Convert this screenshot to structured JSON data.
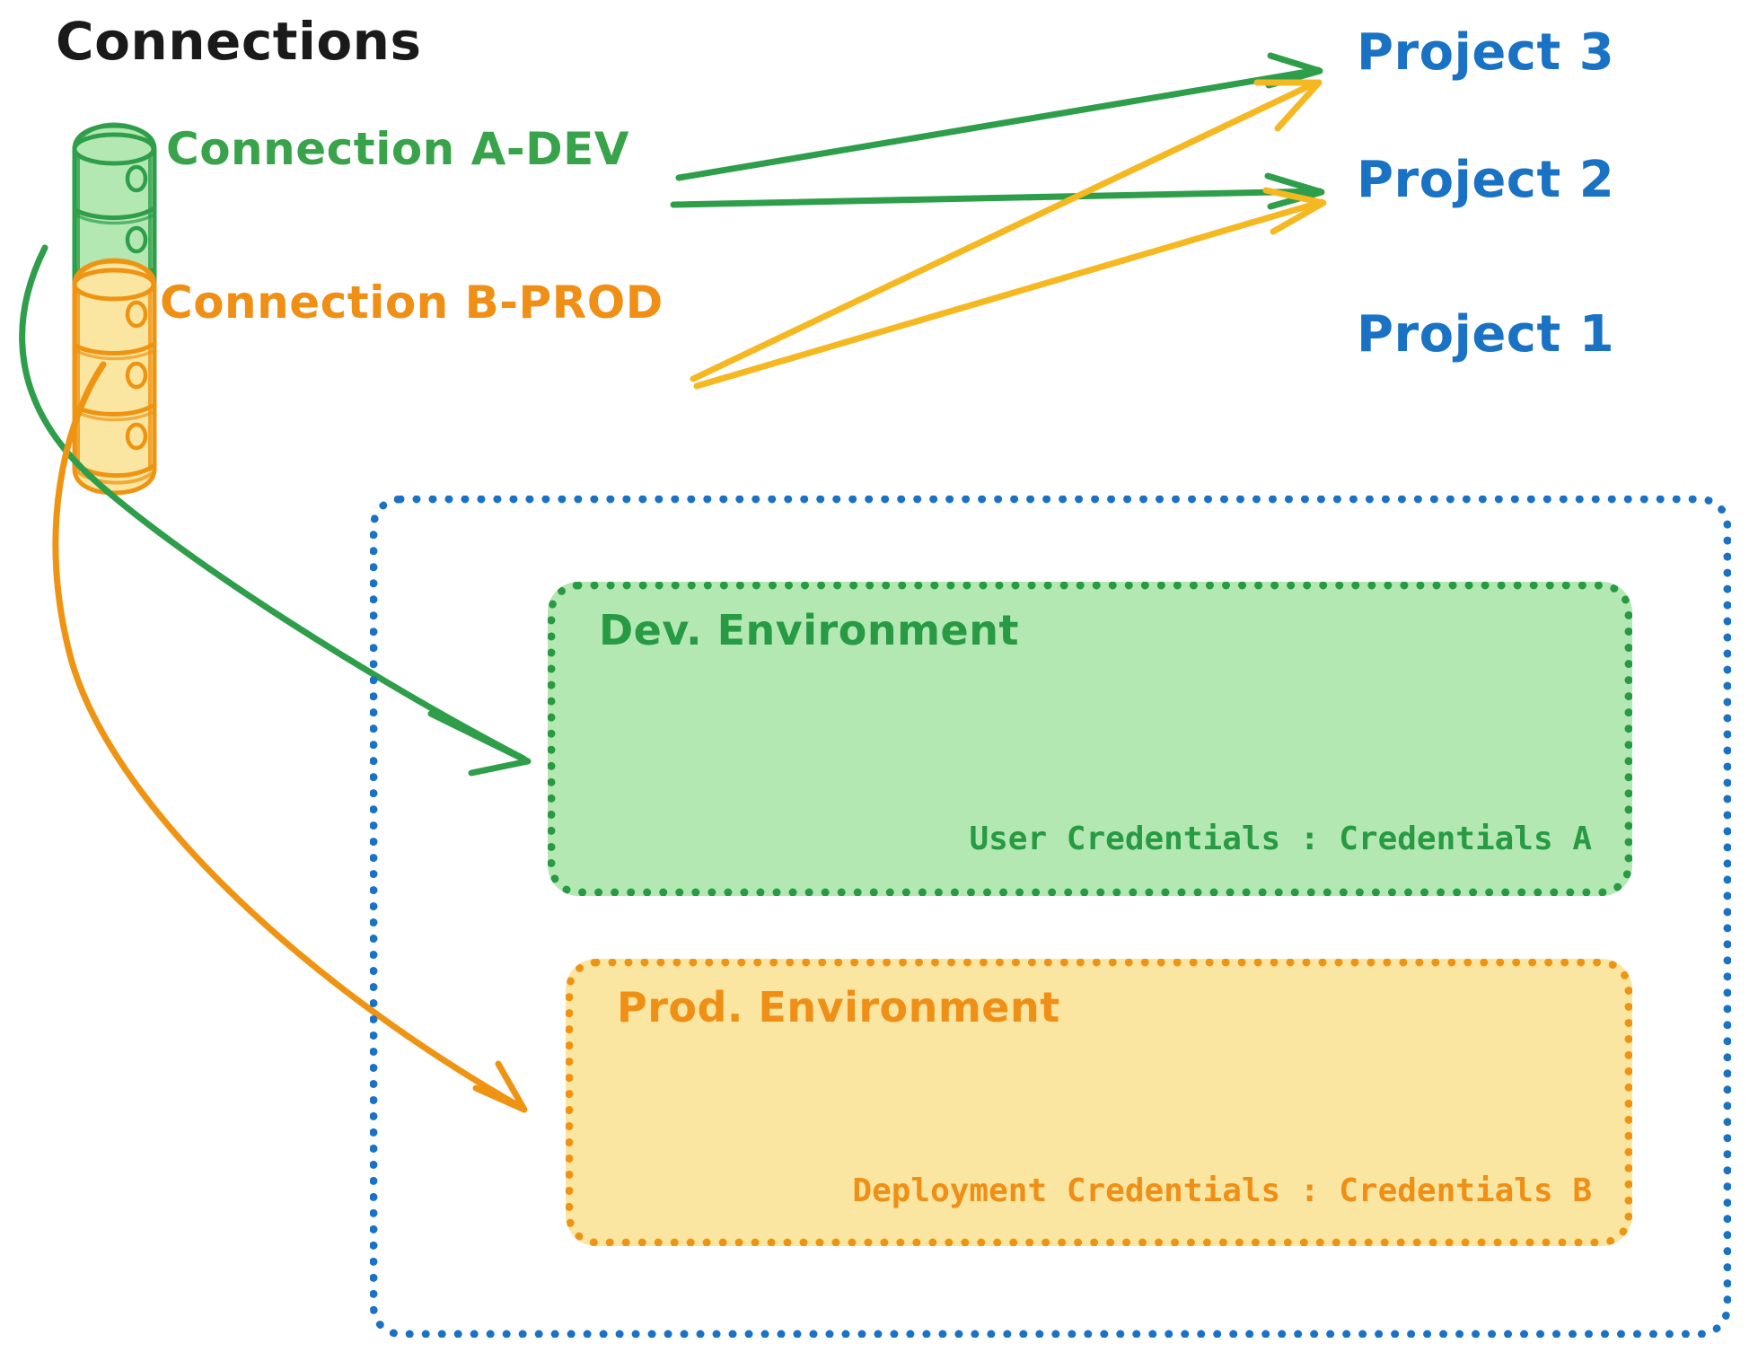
{
  "diagram": {
    "title": "Connections",
    "connections": [
      {
        "id": "a",
        "label": "Connection A-DEV",
        "color": "#38a34a",
        "icon": "database-cylinder-icon"
      },
      {
        "id": "b",
        "label": "Connection B-PROD",
        "color": "#ef8f16",
        "icon": "database-cylinder-icon"
      }
    ],
    "projects": [
      {
        "id": "p3",
        "label": "Project 3",
        "color": "#1a72c4"
      },
      {
        "id": "p2",
        "label": "Project 2",
        "color": "#1a72c4"
      },
      {
        "id": "p1",
        "label": "Project 1",
        "color": "#1a72c4"
      }
    ],
    "environments": [
      {
        "id": "dev",
        "title": "Dev. Environment",
        "credential_label": "User Credentials",
        "credential_separator": ":",
        "credential_value": "Credentials A",
        "credential_text": "User Credentials : Credentials A",
        "fill": "#b3e8b3",
        "stroke": "#279a43"
      },
      {
        "id": "prod",
        "title": "Prod. Environment",
        "credential_label": "Deployment Credentials",
        "credential_separator": ":",
        "credential_value": "Credentials B",
        "credential_text": "Deployment Credentials : Credentials B",
        "fill": "#fbe6a1",
        "stroke": "#ef9412"
      }
    ],
    "edges": [
      {
        "from": "Connection A-DEV",
        "to": "Project 3",
        "color": "#2e9e4a"
      },
      {
        "from": "Connection A-DEV",
        "to": "Project 2",
        "color": "#2e9e4a"
      },
      {
        "from": "Connection A-DEV",
        "to": "Dev. Environment",
        "color": "#2e9e4a"
      },
      {
        "from": "Connection B-PROD",
        "to": "Project 3",
        "color": "#f5b820"
      },
      {
        "from": "Connection B-PROD",
        "to": "Project 2",
        "color": "#f5b820"
      },
      {
        "from": "Connection B-PROD",
        "to": "Prod. Environment",
        "color": "#ef9412"
      }
    ],
    "colors": {
      "green_stroke": "#2e9e4a",
      "green_fill": "#b3e8b3",
      "orange_stroke": "#ef9412",
      "orange_arrow": "#f5b820",
      "orange_fill": "#fbe6a1",
      "blue": "#1a72c4",
      "title_black": "#1a1a1a"
    }
  }
}
